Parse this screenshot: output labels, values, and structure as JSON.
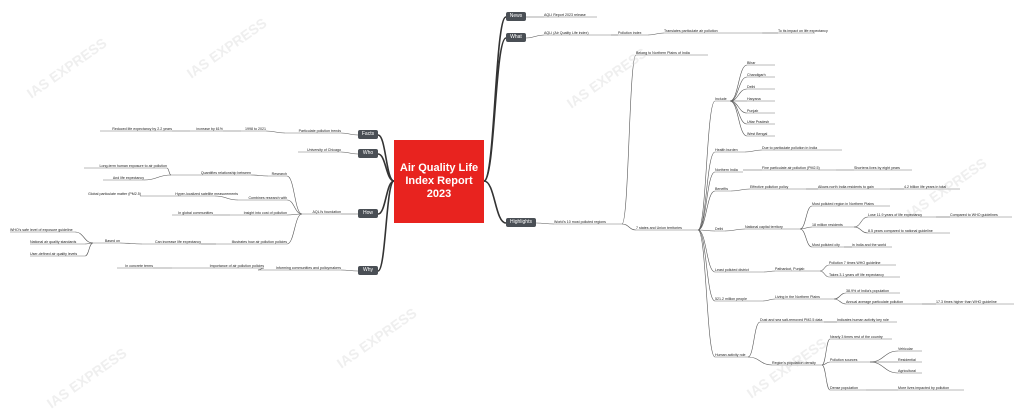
{
  "center": {
    "title": "Air Quality Life Index Report 2023"
  },
  "watermark": "IAS EXPRESS",
  "nodes": {
    "news": "News",
    "news_1": "AQLI Report 2023 release",
    "what": "What",
    "what_1": "AQLI (Air Quality Life index)",
    "what_2": "Pollution index",
    "what_3": "Translates particulate air pollution",
    "what_4": "To its impact on life expectancy",
    "highlights": "Highlights",
    "hl_1": "World's 10 most polluted regions",
    "hl_belong": "Belong to Northern Plains of India",
    "hl_7": "7 states and Union territories",
    "include": "Include",
    "st_bihar": "Bihar",
    "st_chd": "Chandigarh",
    "st_delhi": "Delhi",
    "st_har": "Haryana",
    "st_pun": "Punjab",
    "st_up": "Uttar Pradesh",
    "st_wb": "West Bengal",
    "health": "Health burden",
    "health_1": "Due to particulate pollution in India",
    "northern": "Northern India",
    "northern_1": "Fine particulate air pollution (PM2.5)",
    "northern_2": "Shortens lives by eight years",
    "benefits": "Benefits",
    "benefits_1": "Effective pollution policy",
    "benefits_2": "Allows north India residents to gain",
    "benefits_3": "4.2 billion life years in total",
    "delhi": "Delhi",
    "ncr": "National capital territory",
    "ncr_1": "Most polluted region in Northern Plains",
    "ncr_2": "18 million residents",
    "ncr_2a": "Lose 11.9 years of life expectancy",
    "ncr_2a1": "Compared to WHO guidelines",
    "ncr_2b": "8.5 years compared to national guideline",
    "ncr_3": "Most polluted city",
    "ncr_3a": "in India and the world",
    "least": "Least polluted district",
    "pathankot": "Pathankot, Punjab",
    "path_1": "Pollution 7 times WHO guideline",
    "path_2": "Takes 3.1 years off life expectancy",
    "million": "521.2 million people",
    "living": "Living in the Northern Plains",
    "living_1": "38.9% of India's population",
    "living_2": "Annual average particulate pollution",
    "living_2a": "17.3 times higher than WHO guideline",
    "human": "Human activity role",
    "dust": "Dust and sea salt-removed PM2.5 data",
    "dust_1": "Indicates human activity key role",
    "density": "Region's population density",
    "density_1": "Nearly 3 times rest of the country",
    "sources": "Pollution sources",
    "src_veh": "Vehicular",
    "src_res": "Residential",
    "src_agr": "Agricultural",
    "dense": "Dense population",
    "dense_1": "More lives impacted by pollution",
    "facts": "Facts",
    "facts_1": "Particulate pollution trends",
    "facts_2": "1998 to 2021",
    "facts_3": "increase by 61%",
    "facts_4": "Reduced life expectancy by 2.2 years",
    "who": "Who",
    "who_1": "University of Chicago",
    "how": "How",
    "aqli": "AQLI's foundation",
    "research": "Research",
    "quantifies": "Quantifies relationship between",
    "q_1": "Long-term human exposure to air pollution",
    "q_2": "And life expectancy",
    "combines": "Combines research with",
    "combines_1": "Hyper-localized satellite measurements",
    "combines_2": "Global particulate matter (PM2.5)",
    "insight": "Insight into cost of pollution",
    "insight_1": "In global communities",
    "illustrates": "Illustrates how air pollution policies",
    "increase": "Can increase life expectancy",
    "based": "Based on",
    "b_1": "WHO's safe level of exposure guideline",
    "b_2": "National air quality standards",
    "b_3": "User-defined air quality levels",
    "why": "Why",
    "why_1": "Informing communities and policymakers",
    "why_2": "Importance of air pollution policies",
    "why_3": "In concrete terms"
  }
}
